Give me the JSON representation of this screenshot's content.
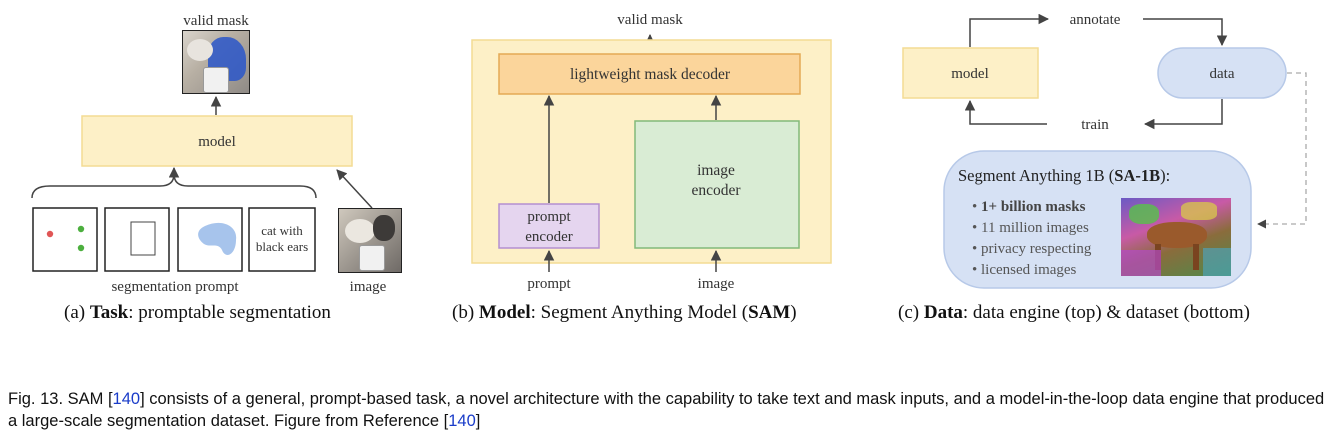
{
  "panel_a": {
    "output_label": "valid mask",
    "model_label": "model",
    "prompt_text": "cat with black ears",
    "prompt_text_line1": "cat with",
    "prompt_text_line2": "black ears",
    "segmentation_prompt_label": "segmentation prompt",
    "image_label": "image",
    "caption": {
      "prefix": "(a) ",
      "bold": "Task",
      "rest": ": promptable segmentation"
    }
  },
  "panel_b": {
    "output_label": "valid mask",
    "decoder_label": "lightweight mask decoder",
    "prompt_encoder_label": "prompt encoder",
    "prompt_encoder_line1": "prompt",
    "prompt_encoder_line2": "encoder",
    "image_encoder_label": "image encoder",
    "image_encoder_line1": "image",
    "image_encoder_line2": "encoder",
    "prompt_input_label": "prompt",
    "image_input_label": "image",
    "caption": {
      "prefix": "(b) ",
      "bold": "Model",
      "mid": ": Segment Anything Model (",
      "bold2": "SAM",
      "end": ")"
    }
  },
  "panel_c": {
    "model_label": "model",
    "data_label": "data",
    "annotate_label": "annotate",
    "train_label": "train",
    "dataset_title_prefix": "Segment Anything 1B (",
    "dataset_title_bold": "SA-1B",
    "dataset_title_suffix": "):",
    "bullets": [
      "1+ billion masks",
      "11 million images",
      "privacy respecting",
      "licensed images"
    ],
    "caption": {
      "prefix": "(c) ",
      "bold": "Data",
      "rest": ": data engine (top) & dataset (bottom)"
    }
  },
  "figure_caption": {
    "part1": "Fig. 13. SAM [",
    "ref1": "140",
    "part2": "] consists of a general, prompt-based task, a novel architecture with the capability to take text and mask inputs, and a model-in-the-loop data engine that produced a large-scale segmentation dataset. Figure from Reference [",
    "ref2": "140",
    "part3": "]"
  },
  "colors": {
    "yellow_box": "#fdf0c7",
    "yellow_border": "#f3dc94",
    "orange_box": "#fbd59b",
    "purple_box": "#e5d5ef",
    "green_box": "#d9ecd4",
    "blue_box": "#d6e1f4"
  }
}
